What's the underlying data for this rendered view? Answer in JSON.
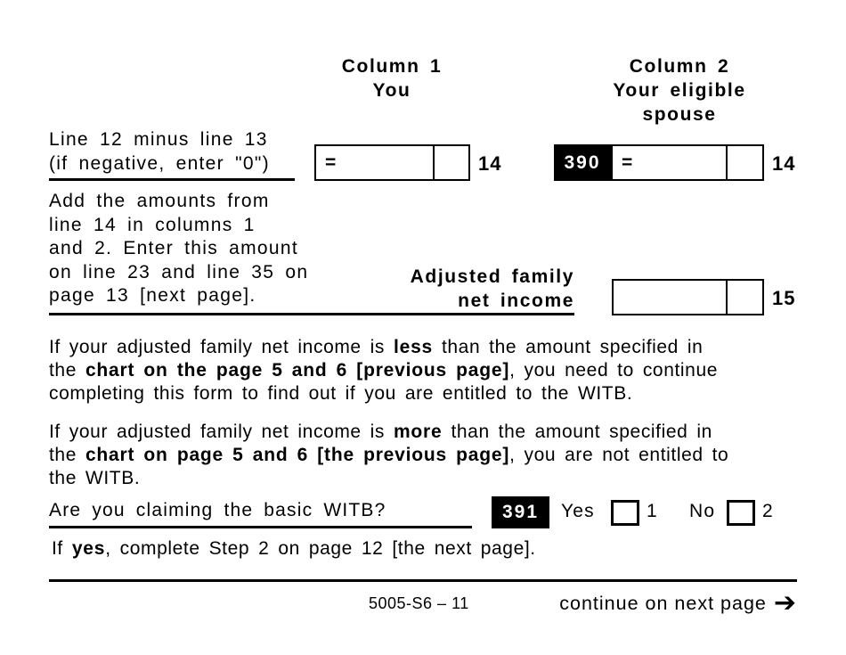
{
  "form": {
    "columns": {
      "col1": {
        "lines": [
          "Column 1",
          "You"
        ]
      },
      "col2": {
        "lines": [
          "Column 2",
          "Your eligible",
          "spouse"
        ]
      }
    },
    "line14": {
      "label_lines": [
        "Line 12 minus line 13",
        "(if negative, enter \"0\")"
      ],
      "equals_sign": "=",
      "line_number": "14",
      "field_code": "390"
    },
    "line15": {
      "label_lines": [
        "Add the amounts from",
        "line 14 in columns 1",
        "and 2. Enter this amount",
        "on line 23 and line 35 on",
        "page 13 [next page]."
      ],
      "field_label_lines": [
        "Adjusted family",
        "net income"
      ],
      "line_number": "15"
    },
    "paragraph_less": {
      "line1": {
        "t1": "If your adjusted family net income is ",
        "b": "less",
        "t2": " than the amount specified in"
      },
      "line2": {
        "t1": "the ",
        "b": "chart on the page 5 and 6 [previous page]",
        "t2": ", you need to continue"
      },
      "line3": {
        "t1": "completing this form to find out if you are entitled to the WITB."
      }
    },
    "paragraph_more": {
      "line1": {
        "t1": "If your adjusted family net income is ",
        "b": "more",
        "t2": " than the amount specified in"
      },
      "line2": {
        "t1": "the ",
        "b": "chart on page 5 and 6 [the previous page]",
        "t2": ", you are not entitled to"
      },
      "line3": {
        "t1": "the WITB."
      }
    },
    "claim_question": {
      "label": "Are you claiming the basic WITB?",
      "field_code": "391",
      "yes_label": "Yes",
      "yes_number": "1",
      "no_label": "No",
      "no_number": "2"
    },
    "if_yes": {
      "t1": "If ",
      "b": "yes",
      "t2": ", complete Step 2 on page 12 [the next page]."
    },
    "footer": {
      "form_number": "5005-S6 – 11",
      "continue_label": "continue on next page",
      "arrow": "➔"
    },
    "colors": {
      "ink": "#000000",
      "paper": "#ffffff",
      "code_box_bg": "#000000",
      "code_box_text": "#ffffff"
    }
  }
}
